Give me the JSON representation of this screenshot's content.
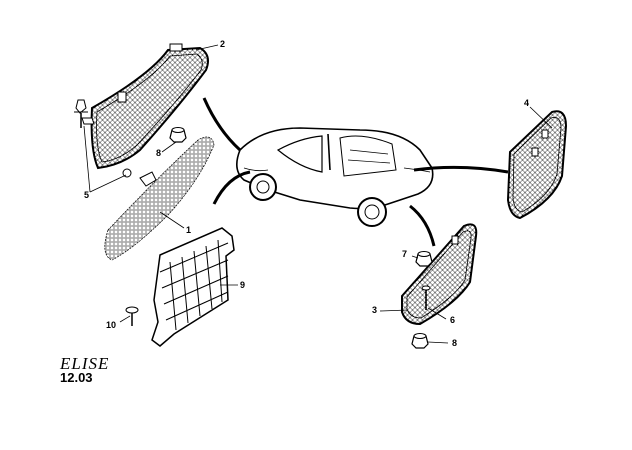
{
  "diagram": {
    "model_logo": "ELISE",
    "page_reference": "12.03",
    "callouts": {
      "c1": "1",
      "c2": "2",
      "c3": "3",
      "c4": "4",
      "c5": "5",
      "c6": "6",
      "c7": "7",
      "c8a": "8",
      "c8b": "8",
      "c9": "9",
      "c10": "10"
    },
    "colors": {
      "line": "#000000",
      "background": "#ffffff"
    }
  }
}
